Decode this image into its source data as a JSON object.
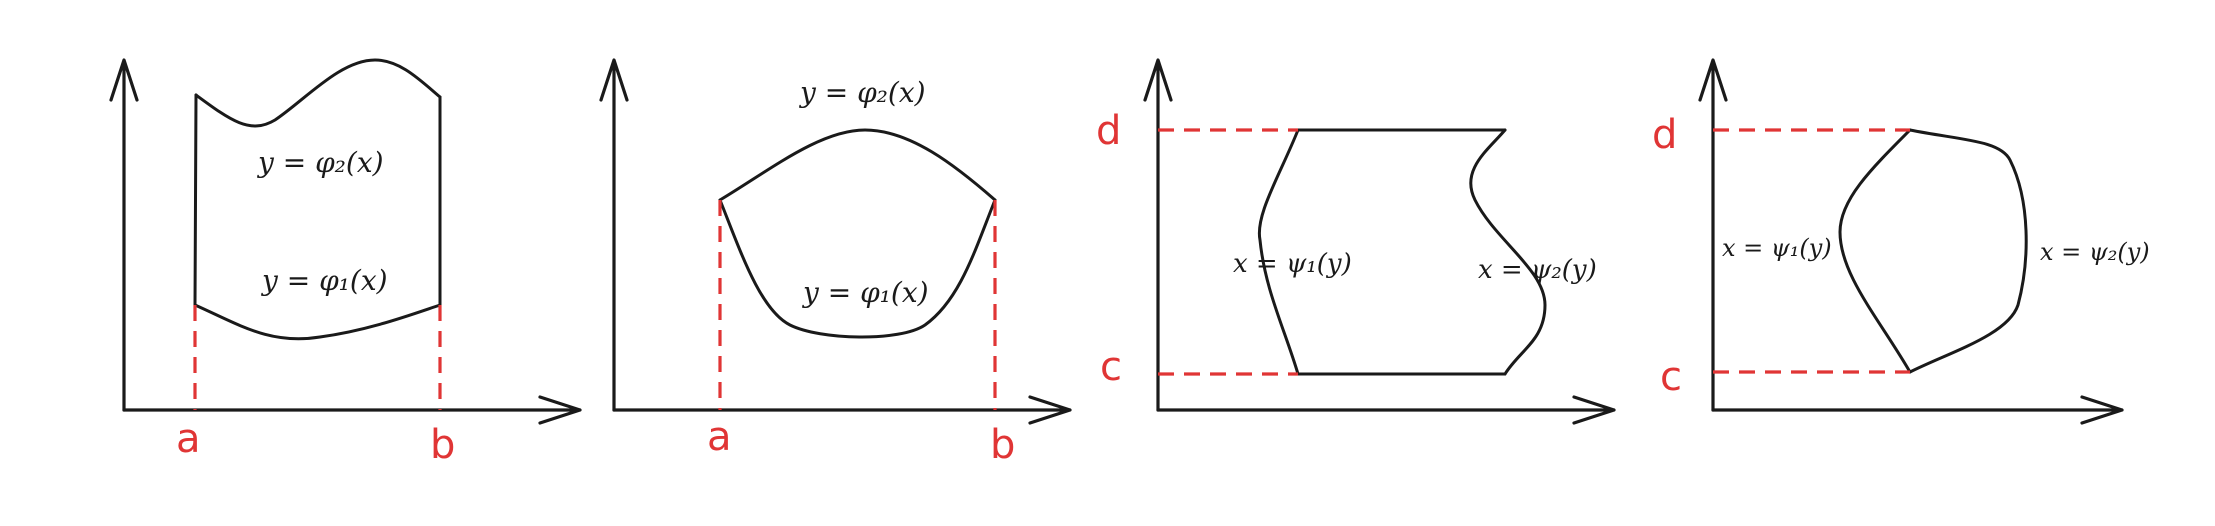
{
  "panels": [
    {
      "curve_labels": [
        "y = φ₂(x)",
        "y = φ₁(x)"
      ],
      "bound_labels": [
        "a",
        "b"
      ]
    },
    {
      "curve_labels": [
        "y = φ₂(x)",
        "y = φ₁(x)"
      ],
      "bound_labels": [
        "a",
        "b"
      ]
    },
    {
      "curve_labels": [
        "x = ψ₁(y)",
        "x = ψ₂(y)"
      ],
      "bound_labels": [
        "d",
        "c"
      ]
    },
    {
      "curve_labels": [
        "x = ψ₁(y)",
        "x = ψ₂(y)"
      ],
      "bound_labels": [
        "d",
        "c"
      ]
    }
  ],
  "colors": {
    "bound_line": "#e03535",
    "curve": "#1a1a1a"
  }
}
